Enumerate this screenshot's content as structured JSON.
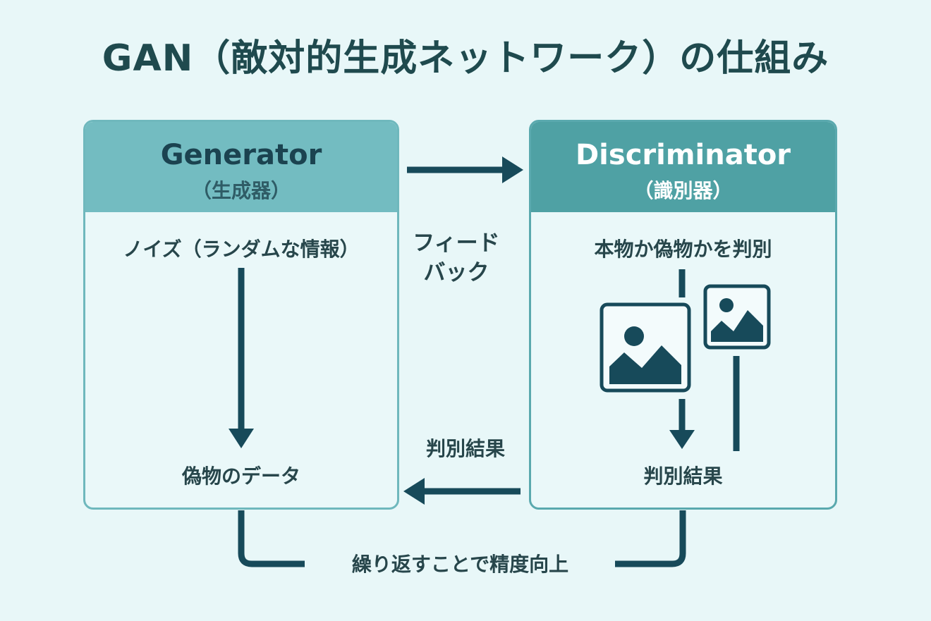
{
  "title": "GAN（敵対的生成ネットワーク）の仕組み",
  "generator": {
    "name": "Generator",
    "sub": "（生成器）",
    "input": "ノイズ（ランダムな情報）",
    "output": "偽物のデータ"
  },
  "discriminator": {
    "name": "Discriminator",
    "sub": "（識別器）",
    "task": "本物か偽物かを判別",
    "result": "判別結果"
  },
  "feedback": {
    "line1": "フィード",
    "line2": "バック"
  },
  "result_arrow_label": "判別結果",
  "loop_label": "繰り返すことで精度向上",
  "colors": {
    "background": "#e8f7f8",
    "generator_header": "#73bcc1",
    "discriminator_header": "#4fa1a4",
    "arrow": "#174a5a"
  }
}
